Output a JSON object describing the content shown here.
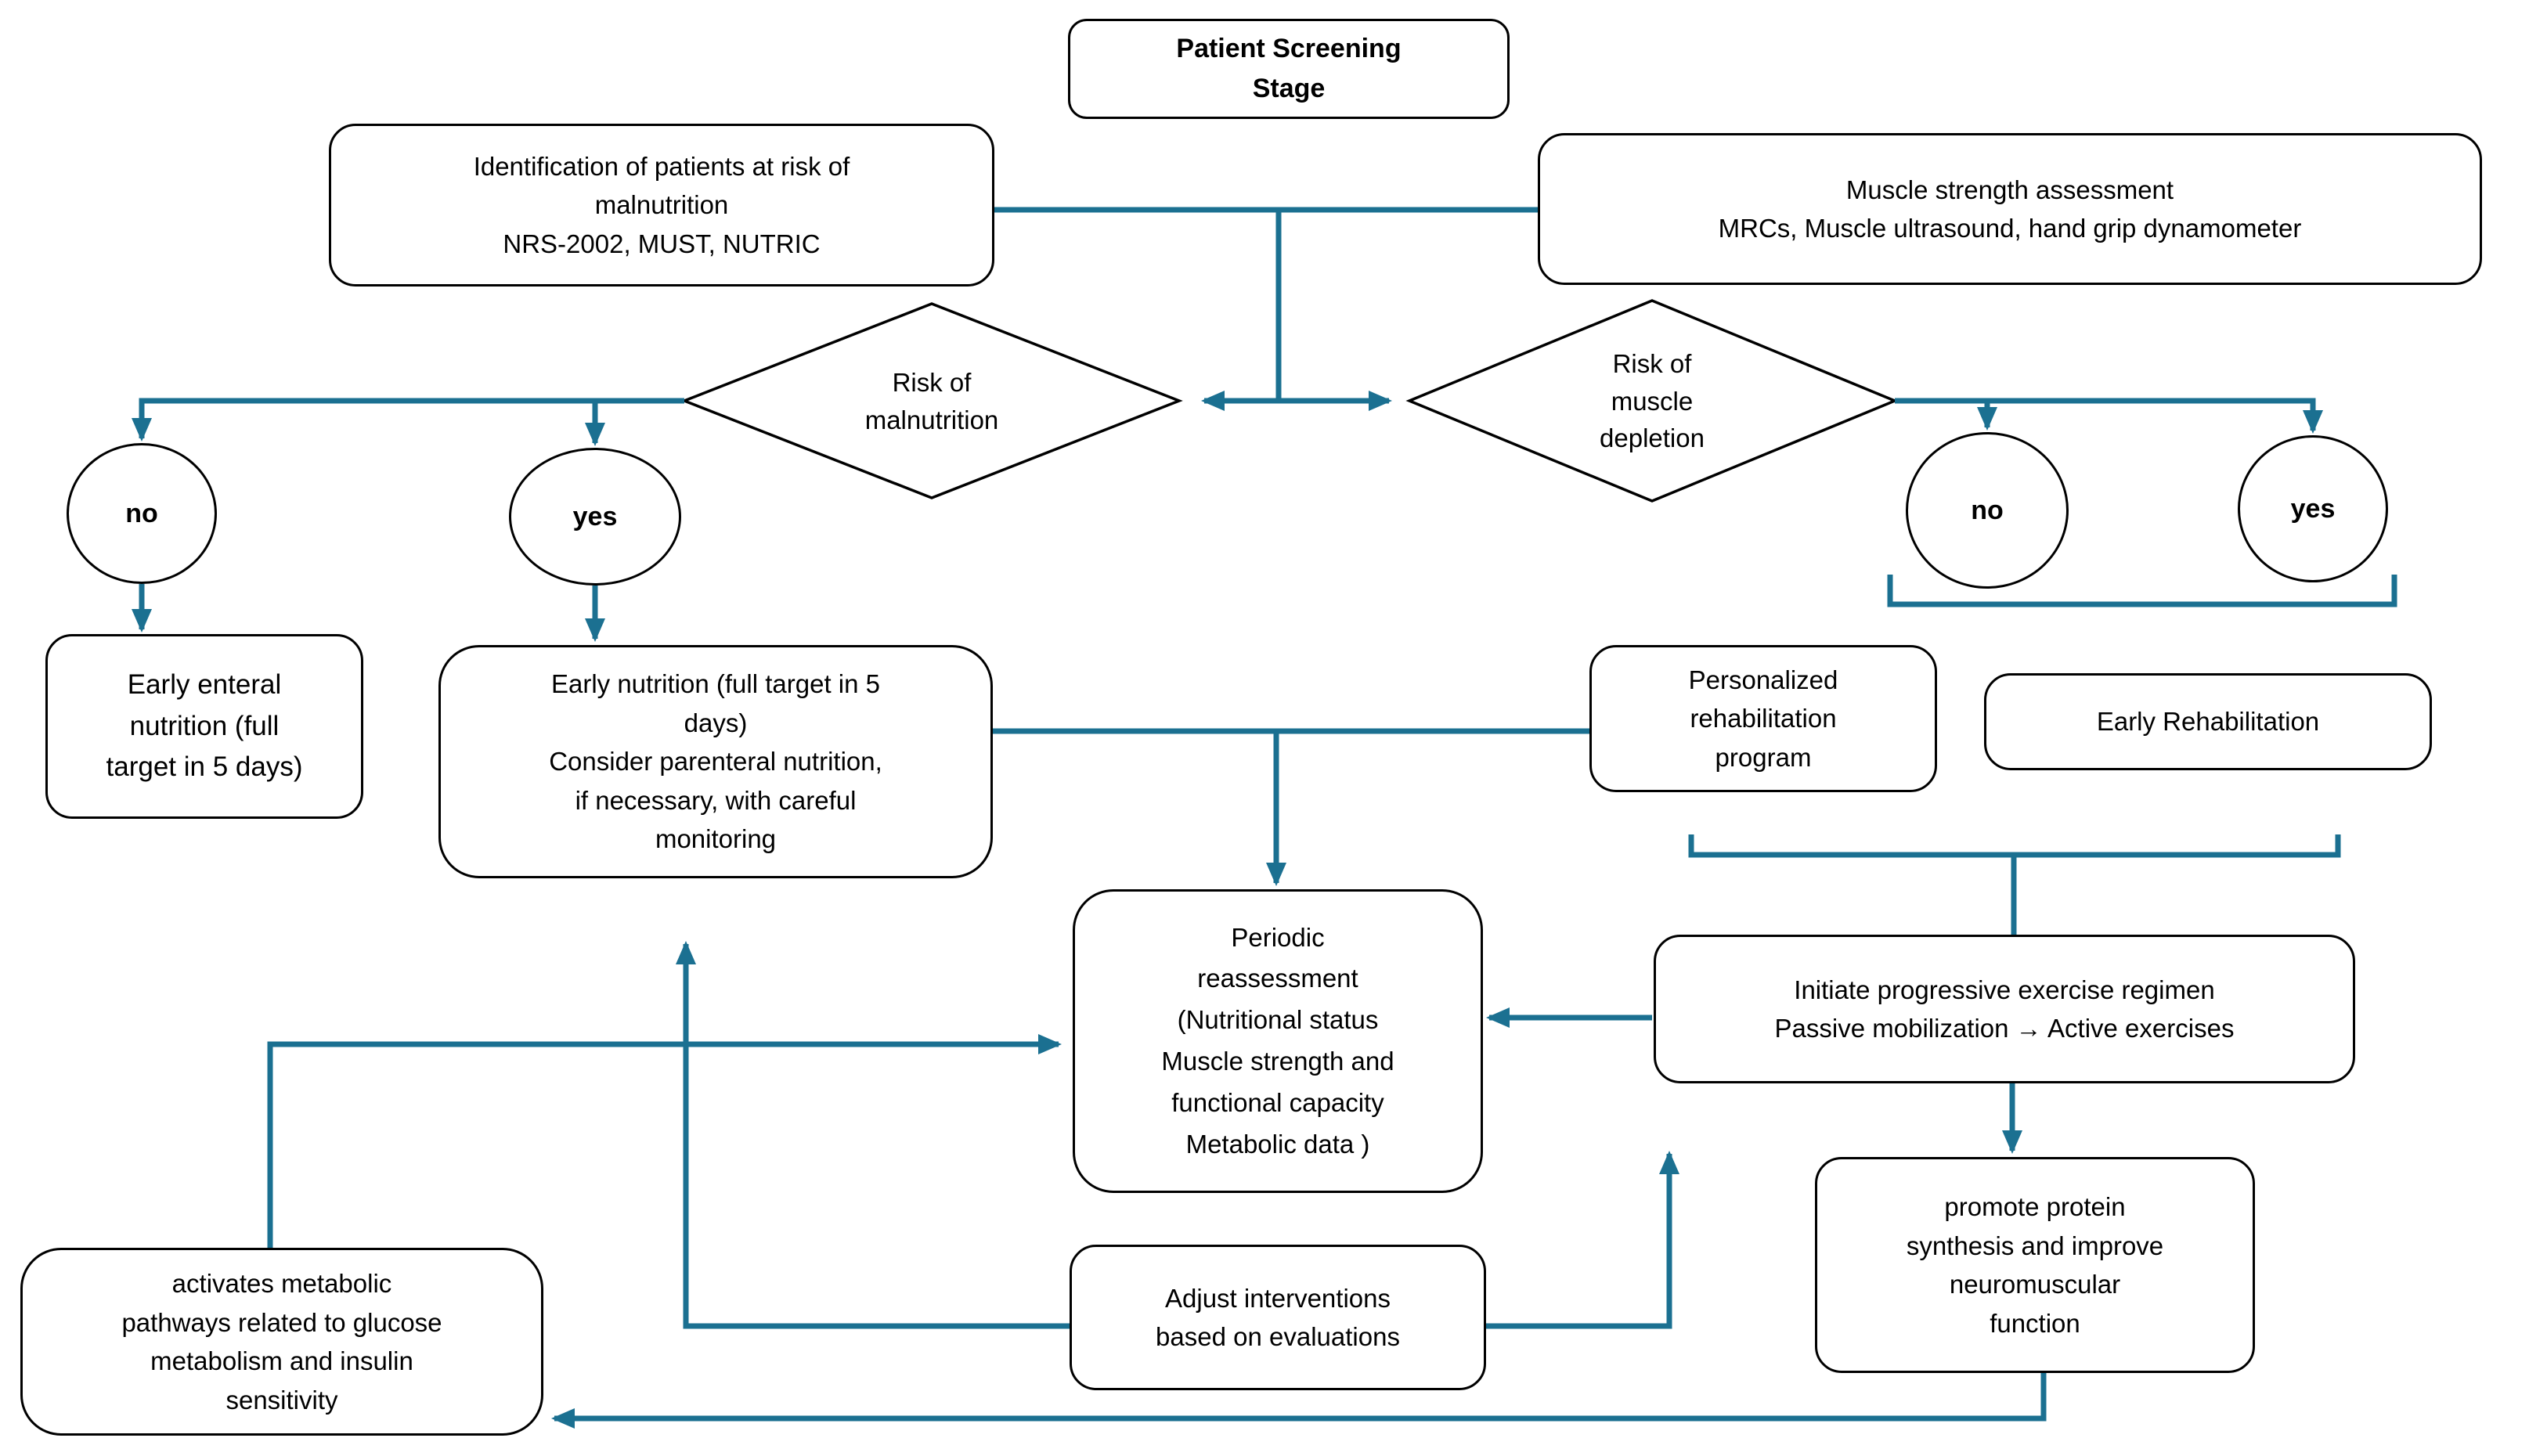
{
  "flowchart": {
    "colors": {
      "connector": "#1b7091",
      "shape_outline": "#000000",
      "text": "#000000"
    },
    "title": {
      "label": [
        "Patient Screening",
        "Stage"
      ]
    },
    "nodes": {
      "identification": {
        "label": [
          "Identification of patients at risk of",
          "malnutrition",
          "NRS-2002, MUST, NUTRIC"
        ]
      },
      "muscle_assessment": {
        "label": [
          "Muscle strength assessment",
          "MRCs, Muscle ultrasound, hand grip dynamometer"
        ]
      },
      "early_enteral": {
        "label": [
          "Early enteral",
          "nutrition (full",
          "target in 5 days)"
        ]
      },
      "early_nutrition": {
        "label": [
          "Early nutrition (full target in 5",
          "days)",
          "Consider parenteral nutrition,",
          "if necessary, with careful",
          "monitoring"
        ]
      },
      "personalized_rehab": {
        "label": [
          "Personalized",
          "rehabilitation",
          "program"
        ]
      },
      "early_rehabilitation": {
        "label": [
          "Early Rehabilitation"
        ]
      },
      "periodic_reassessment": {
        "label": [
          "Periodic",
          "reassessment",
          "(Nutritional status",
          "Muscle strength and",
          "functional capacity",
          "Metabolic data )"
        ]
      },
      "initiate_exercise": {
        "label": [
          "Initiate progressive exercise regimen",
          "Passive mobilization → Active exercises"
        ]
      },
      "promote_protein": {
        "label": [
          "promote protein",
          "synthesis and improve",
          "neuromuscular",
          "function"
        ]
      },
      "adjust_interventions": {
        "label": [
          "Adjust interventions",
          "based on evaluations"
        ]
      },
      "activates_metabolic": {
        "label": [
          "activates metabolic",
          "pathways related to glucose",
          "metabolism and insulin",
          "sensitivity"
        ]
      }
    },
    "decisions": {
      "risk_of_malnutrition": {
        "label": [
          "Risk of",
          "malnutrition"
        ]
      },
      "risk_of_muscle_depletion": {
        "label": [
          "Risk of",
          "muscle",
          "depletion"
        ]
      }
    },
    "outcomes": {
      "malnutrition_no": "no",
      "malnutrition_yes": "yes",
      "depletion_no": "no",
      "depletion_yes": "yes"
    }
  }
}
